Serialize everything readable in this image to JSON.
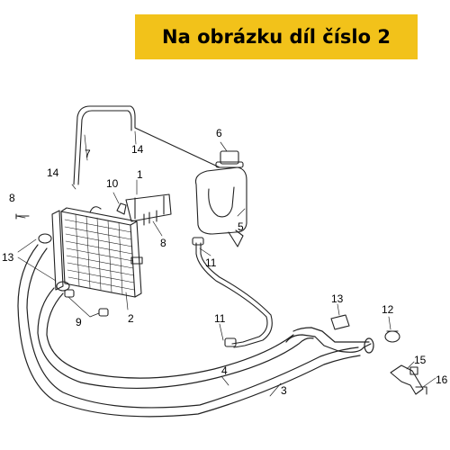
{
  "banner": {
    "text": "Na obrázku díl číslo 2",
    "color": "#f2c21a"
  },
  "diagram": {
    "callouts": {
      "c1": "1",
      "c2": "2",
      "c3": "3",
      "c4": "4",
      "c5": "5",
      "c6": "6",
      "c7": "7",
      "c8a": "8",
      "c8b": "8",
      "c9": "9",
      "c10": "10",
      "c11a": "11",
      "c11b": "11",
      "c12": "12",
      "c13a": "13",
      "c13b": "13",
      "c14a": "14",
      "c14b": "14",
      "c15": "15",
      "c16": "16"
    }
  }
}
